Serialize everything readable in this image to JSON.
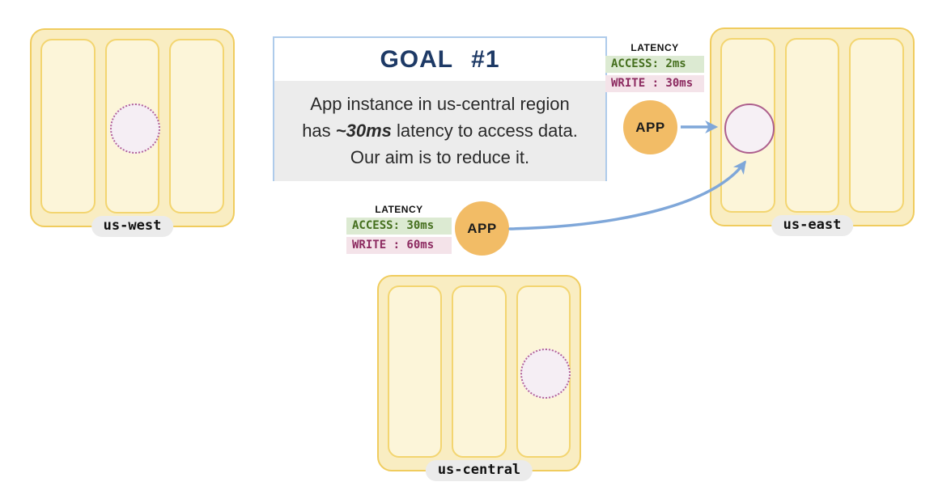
{
  "goal": {
    "title_word": "GOAL",
    "title_number": "#1",
    "line1": "App instance in us-central region",
    "line2_pre": "has ",
    "line2_emphasis": "~30ms",
    "line2_post": " latency to access data.",
    "line3": "Our aim is to reduce it."
  },
  "regions": {
    "us_west": {
      "label": "us-west"
    },
    "us_east": {
      "label": "us-east"
    },
    "us_central": {
      "label": "us-central"
    }
  },
  "apps": {
    "east": {
      "label": "APP"
    },
    "central": {
      "label": "APP"
    }
  },
  "latency_east": {
    "title": "LATENCY",
    "access_label": "ACCESS: 2ms",
    "write_label": "WRITE : 30ms"
  },
  "latency_central": {
    "title": "LATENCY",
    "access_label": "ACCESS: 30ms",
    "write_label": "WRITE : 60ms"
  },
  "colors": {
    "region_fill": "#f9edc2",
    "region_border": "#f0cc5e",
    "rack_fill": "#fcf5d9",
    "rack_border": "#f3d570",
    "app_fill": "#f2bc66",
    "data_circle_fill": "#f6f0f5",
    "data_circle_border": "#ad5f8d",
    "arrow": "#7fa7d9",
    "goal_border": "#aecbeb",
    "goal_title_text": "#1e3a66",
    "goal_body_bg": "#ececec",
    "access_badge_bg": "#dcead2",
    "access_badge_text": "#456f1e",
    "write_badge_bg": "#f4e3e9",
    "write_badge_text": "#8c2a60",
    "region_label_bg": "#ebebeb"
  }
}
